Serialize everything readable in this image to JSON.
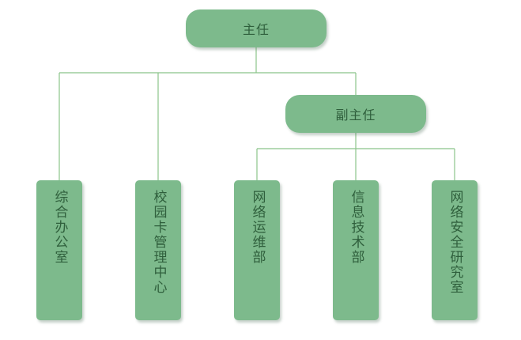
{
  "colors": {
    "node_fill": "#7dba8c",
    "node_text": "#2f5f3c",
    "line": "#8bc48a"
  },
  "org_chart": {
    "director": "主任",
    "deputy_director": "副主任",
    "departments": [
      {
        "label": "综合办公室",
        "reports_to": "主任"
      },
      {
        "label": "校园卡管理中心",
        "reports_to": "主任"
      },
      {
        "label": "网络运维部",
        "reports_to": "副主任"
      },
      {
        "label": "信息技术部",
        "reports_to": "副主任"
      },
      {
        "label": "网络安全研究室",
        "reports_to": "副主任"
      }
    ]
  }
}
